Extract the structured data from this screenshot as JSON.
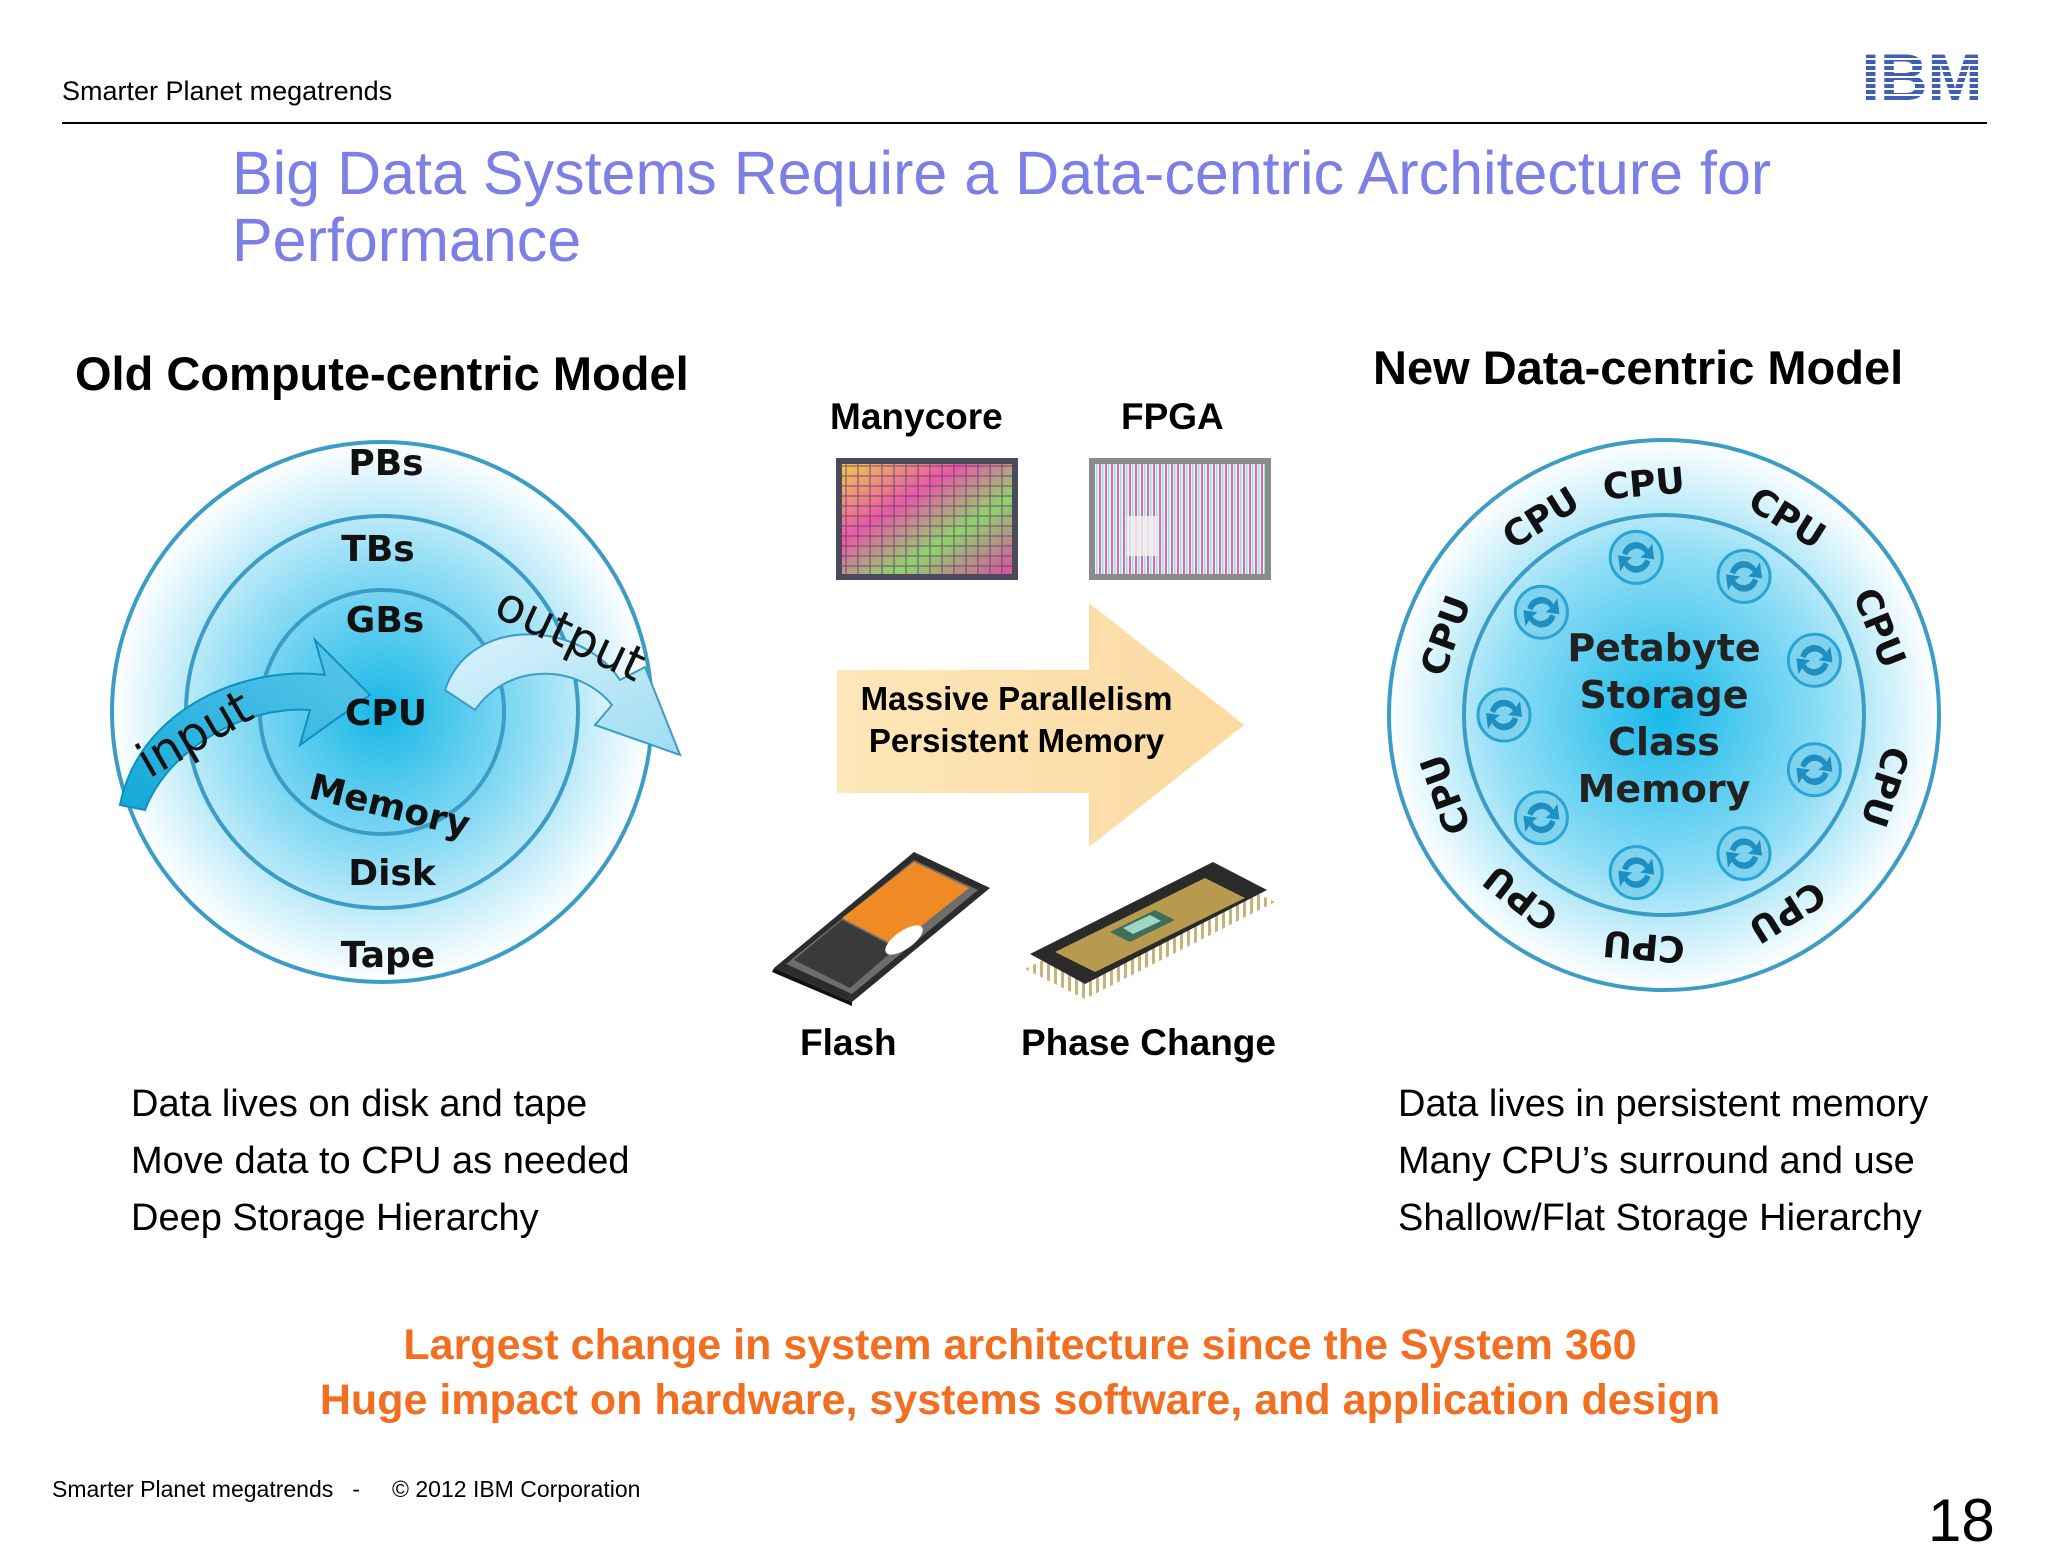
{
  "header": {
    "section": "Smarter Planet megatrends",
    "logo_text": "IBM"
  },
  "title": "Big Data Systems Require a Data-centric Architecture for Performance",
  "old_model": {
    "title": "Old Compute-centric Model",
    "rings": [
      "PBs",
      "TBs",
      "GBs",
      "CPU",
      "Memory",
      "Disk",
      "Tape"
    ],
    "input_label": "input",
    "output_label": "output",
    "bullets": [
      "Data lives on disk and tape",
      "Move data to CPU as needed",
      "Deep Storage Hierarchy"
    ]
  },
  "technologies": {
    "manycore": "Manycore",
    "fpga": "FPGA",
    "flash": "Flash",
    "phase_change": "Phase Change",
    "arrow_line1": "Massive Parallelism",
    "arrow_line2": "Persistent Memory"
  },
  "new_model": {
    "title": "New Data-centric Model",
    "cpu_label": "CPU",
    "center_lines": [
      "Petabyte",
      "Storage",
      "Class",
      "Memory"
    ],
    "bullets": [
      "Data lives in persistent memory",
      "Many CPU’s surround and use",
      "Shallow/Flat Storage Hierarchy"
    ]
  },
  "conclusion": {
    "line1": "Largest change in system architecture since the System 360",
    "line2": "Huge impact on hardware, systems software, and application design"
  },
  "footer": {
    "section": "Smarter Planet megatrends",
    "separator": "-",
    "copyright": "© 2012 IBM Corporation",
    "page_number": "18"
  },
  "colors": {
    "title": "#7b7fe6",
    "conclusion": "#f26f21",
    "ibm_blue": "#3e5fb4",
    "ring_stroke": "#3b9cc6",
    "arrow_fill": "#fde1b0"
  }
}
